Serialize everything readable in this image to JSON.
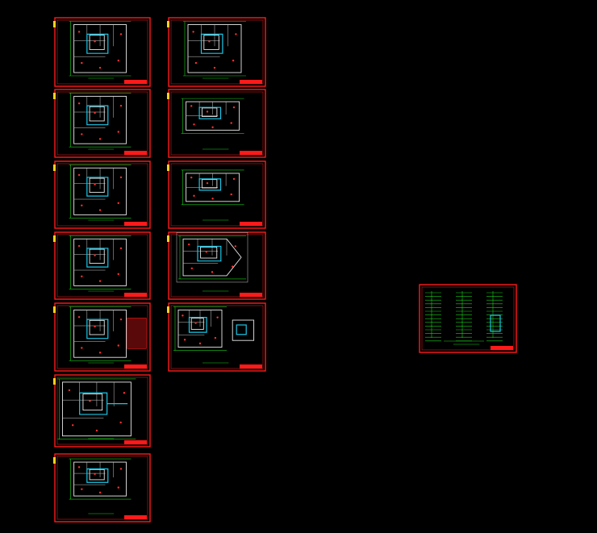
{
  "drawing": {
    "background": "#000000",
    "frame_color": "#ff1a1a",
    "accent_color": "#19c8e8",
    "dimension_color": "#19d119",
    "tab_color": "#ffd21a"
  },
  "sheets": [
    {
      "id": "s1",
      "kind": "floor-plan",
      "plan": "typical",
      "tab": true
    },
    {
      "id": "s2",
      "kind": "floor-plan",
      "plan": "typical",
      "tab": true
    },
    {
      "id": "s3",
      "kind": "floor-plan",
      "plan": "typical",
      "tab": true
    },
    {
      "id": "s4",
      "kind": "floor-plan",
      "plan": "typical",
      "tab": true
    },
    {
      "id": "s5",
      "kind": "floor-plan",
      "plan": "wide",
      "tab": true
    },
    {
      "id": "s6",
      "kind": "floor-plan",
      "plan": "wide",
      "tab": true
    },
    {
      "id": "s7",
      "kind": "floor-plan",
      "plan": "small",
      "tab": true
    },
    {
      "id": "s8",
      "kind": "floor-plan",
      "plan": "typical",
      "tab": true
    },
    {
      "id": "s9",
      "kind": "floor-plan",
      "plan": "narrow",
      "tab": true
    },
    {
      "id": "s10",
      "kind": "floor-plan",
      "plan": "narrow",
      "tab": true
    },
    {
      "id": "s11",
      "kind": "floor-plan",
      "plan": "ship",
      "tab": true
    },
    {
      "id": "s12",
      "kind": "floor-plan",
      "plan": "ship-detail",
      "tab": true
    },
    {
      "id": "s13",
      "kind": "system-diagram",
      "plan": "schematic",
      "tab": false
    }
  ]
}
